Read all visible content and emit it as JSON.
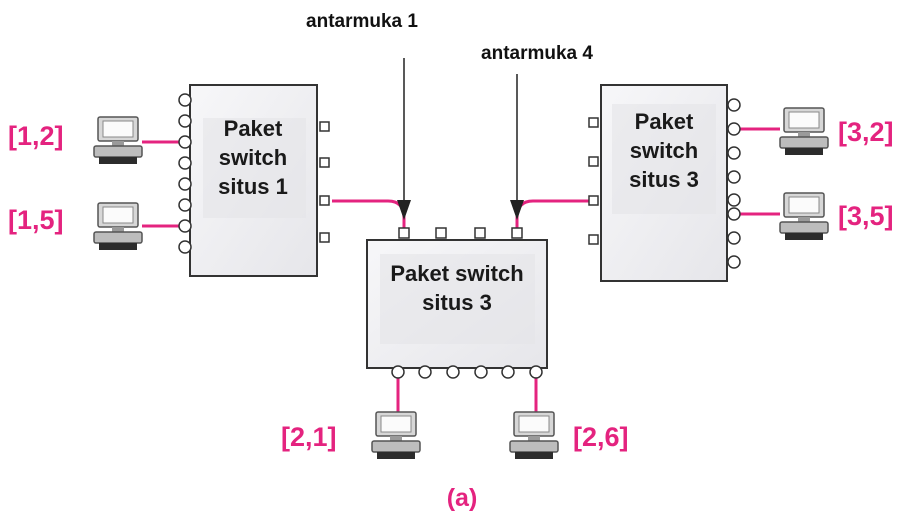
{
  "diagram": {
    "interface_labels": {
      "iface1": "antarmuka 1",
      "iface4": "antarmuka 4"
    },
    "switches": {
      "left": {
        "line1": "Paket",
        "line2": "switch",
        "line3": "situs 1"
      },
      "right": {
        "line1": "Paket",
        "line2": "switch",
        "line3": "situs 3"
      },
      "center": {
        "line1": "Paket switch",
        "line2": "situs 3"
      }
    },
    "hosts": {
      "h12": "[1,2]",
      "h15": "[1,5]",
      "h32": "[3,2]",
      "h35": "[3,5]",
      "h21": "[2,1]",
      "h26": "[2,6]"
    },
    "caption": "(a)",
    "colors": {
      "link": "#e4237f",
      "label_accent": "#e4237f",
      "switch_fill": "#f1f1f3",
      "switch_border": "#333333"
    },
    "icons": [
      "desktop-computer-icon",
      "down-arrow-icon"
    ]
  }
}
